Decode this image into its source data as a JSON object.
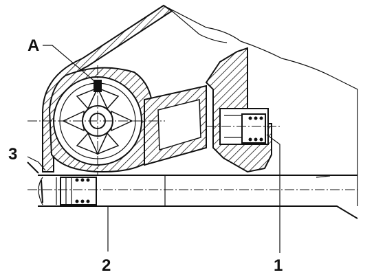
{
  "callouts": {
    "a": "A",
    "one": "1",
    "two": "2",
    "three": "3"
  },
  "colors": {
    "ink": "#111111",
    "paper": "#ffffff"
  }
}
